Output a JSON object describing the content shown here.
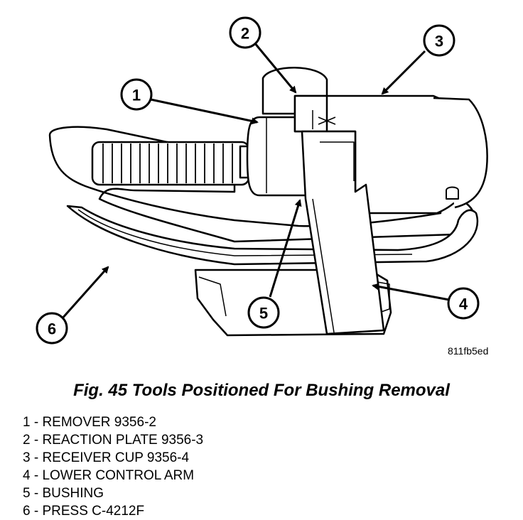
{
  "figure": {
    "image_code": "811fb5ed",
    "caption": "Fig. 45 Tools Positioned For Bushing Removal"
  },
  "callouts": [
    {
      "number": "1"
    },
    {
      "number": "2"
    },
    {
      "number": "3"
    },
    {
      "number": "4"
    },
    {
      "number": "5"
    },
    {
      "number": "6"
    }
  ],
  "legend": [
    {
      "text": "1 - REMOVER 9356-2"
    },
    {
      "text": "2 - REACTION PLATE 9356-3"
    },
    {
      "text": "3 - RECEIVER CUP 9356-4"
    },
    {
      "text": "4 - LOWER CONTROL ARM"
    },
    {
      "text": "5 - BUSHING"
    },
    {
      "text": "6 - PRESS C-4212F"
    }
  ]
}
